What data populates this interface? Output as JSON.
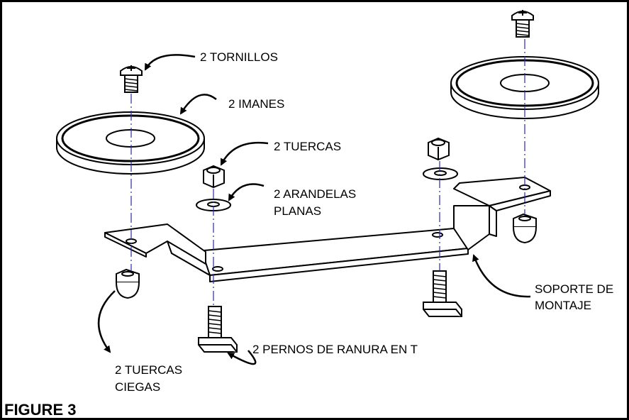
{
  "labels": {
    "screws": "2 TORNILLOS",
    "magnets": "2 IMANES",
    "nuts": "2 TUERCAS",
    "washers_line1": "2 ARANDELAS",
    "washers_line2": "PLANAS",
    "bracket_line1": "SOPORTE DE",
    "bracket_line2": "MONTAJE",
    "tbolts": "2 PERNOS DE RANURA EN T",
    "capnuts_line1": "2 TUERCAS",
    "capnuts_line2": "CIEGAS"
  },
  "caption": "FIGURE 3"
}
